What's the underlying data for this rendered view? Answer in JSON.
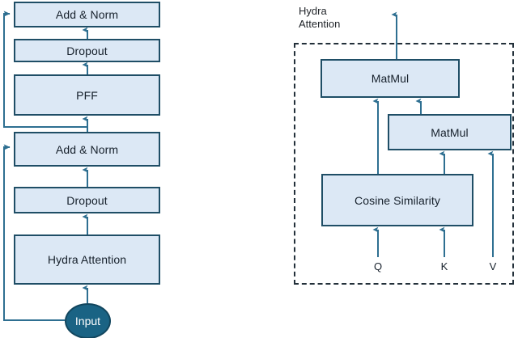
{
  "diagram": {
    "title_label": "Hydra\nAttention",
    "left_stack": {
      "boxes": [
        {
          "id": "add-norm-top",
          "label": "Add & Norm"
        },
        {
          "id": "dropout-top",
          "label": "Dropout"
        },
        {
          "id": "pff",
          "label": "PFF"
        },
        {
          "id": "add-norm-bottom",
          "label": "Add & Norm"
        },
        {
          "id": "dropout-bottom",
          "label": "Dropout"
        },
        {
          "id": "hydra-attention",
          "label": "Hydra Attention"
        }
      ],
      "input_node": {
        "label": "Input"
      }
    },
    "right_panel": {
      "region_label": "Hydra Attention",
      "boxes": [
        {
          "id": "matmul-upper",
          "label": "MatMul"
        },
        {
          "id": "matmul-lower",
          "label": "MatMul"
        },
        {
          "id": "cosine-similarity",
          "label": "Cosine Similarity"
        }
      ],
      "inputs": [
        {
          "id": "q",
          "label": "Q"
        },
        {
          "id": "k",
          "label": "K"
        },
        {
          "id": "v",
          "label": "V"
        }
      ]
    },
    "colors": {
      "box_fill": "#dce8f5",
      "box_border": "#1f4e66",
      "arrow": "#2e6f91",
      "input_fill": "#1a6384",
      "dashed_border": "#23303a",
      "text": "#16202b"
    }
  }
}
